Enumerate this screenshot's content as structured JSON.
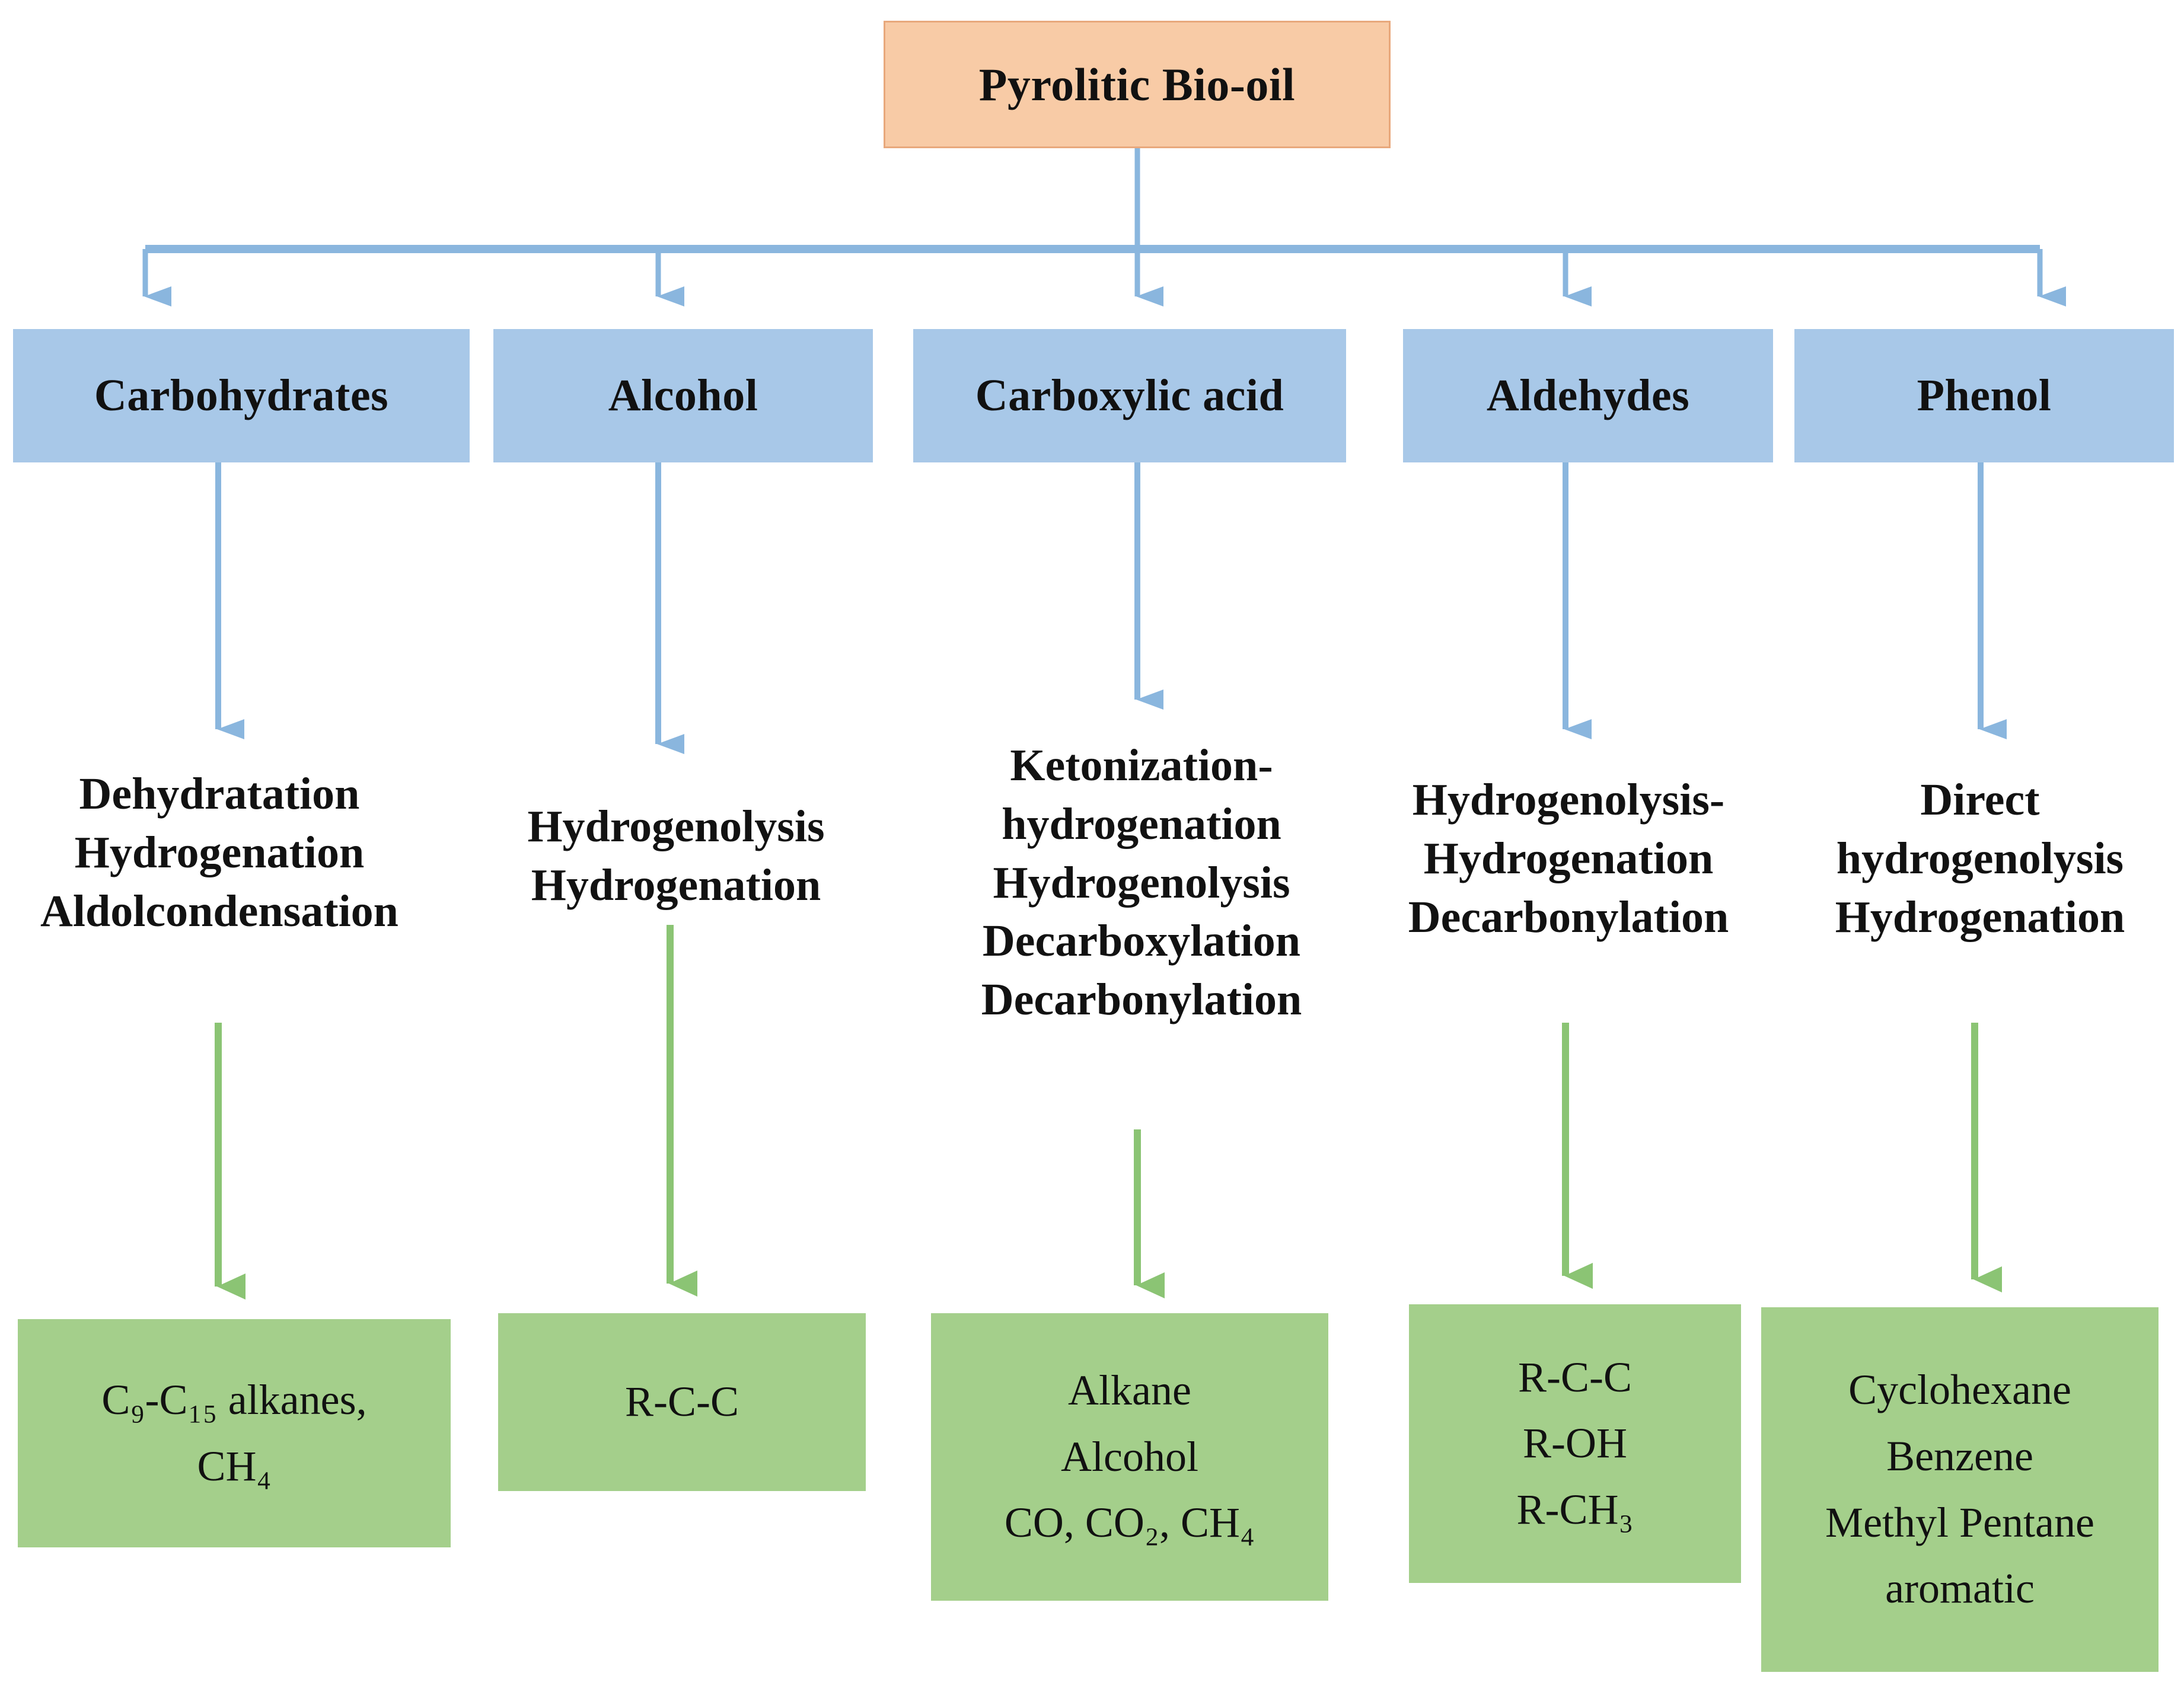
{
  "diagram": {
    "title_box": {
      "label": "Pyrolitic Bio-oil"
    },
    "colors": {
      "root_fill": "#F8CBA6",
      "root_border": "#E8A87C",
      "category_fill": "#A8C8E8",
      "product_fill": "#A4CF8B",
      "blue_arrow": "#8AB6DE",
      "green_arrow": "#8BC474",
      "text": "#111111",
      "background": "#FFFFFF"
    },
    "branches": [
      {
        "category": "Carbohydrates",
        "processes": [
          "Dehydratation",
          "Hydrogenation",
          "Aldolcondensation"
        ],
        "products": [
          "C₉-C₁₅ alkanes,",
          "CH₄"
        ]
      },
      {
        "category": "Alcohol",
        "processes": [
          "Hydrogenolysis",
          "Hydrogenation"
        ],
        "products": [
          "R-C-C"
        ]
      },
      {
        "category": "Carboxylic acid",
        "processes": [
          "Ketonization-",
          "hydrogenation",
          "Hydrogenolysis",
          "Decarboxylation",
          "Decarbonylation"
        ],
        "products": [
          "Alkane",
          "Alcohol",
          "CO, CO₂, CH₄"
        ]
      },
      {
        "category": "Aldehydes",
        "processes": [
          "Hydrogenolysis-",
          "Hydrogenation",
          "Decarbonylation"
        ],
        "products": [
          "R-C-C",
          "R-OH",
          "R-CH₃"
        ]
      },
      {
        "category": "Phenol",
        "processes": [
          "Direct",
          "hydrogenolysis",
          "Hydrogenation"
        ],
        "products": [
          "Cyclohexane",
          "Benzene",
          "Methyl Pentane",
          "aromatic"
        ]
      }
    ]
  }
}
